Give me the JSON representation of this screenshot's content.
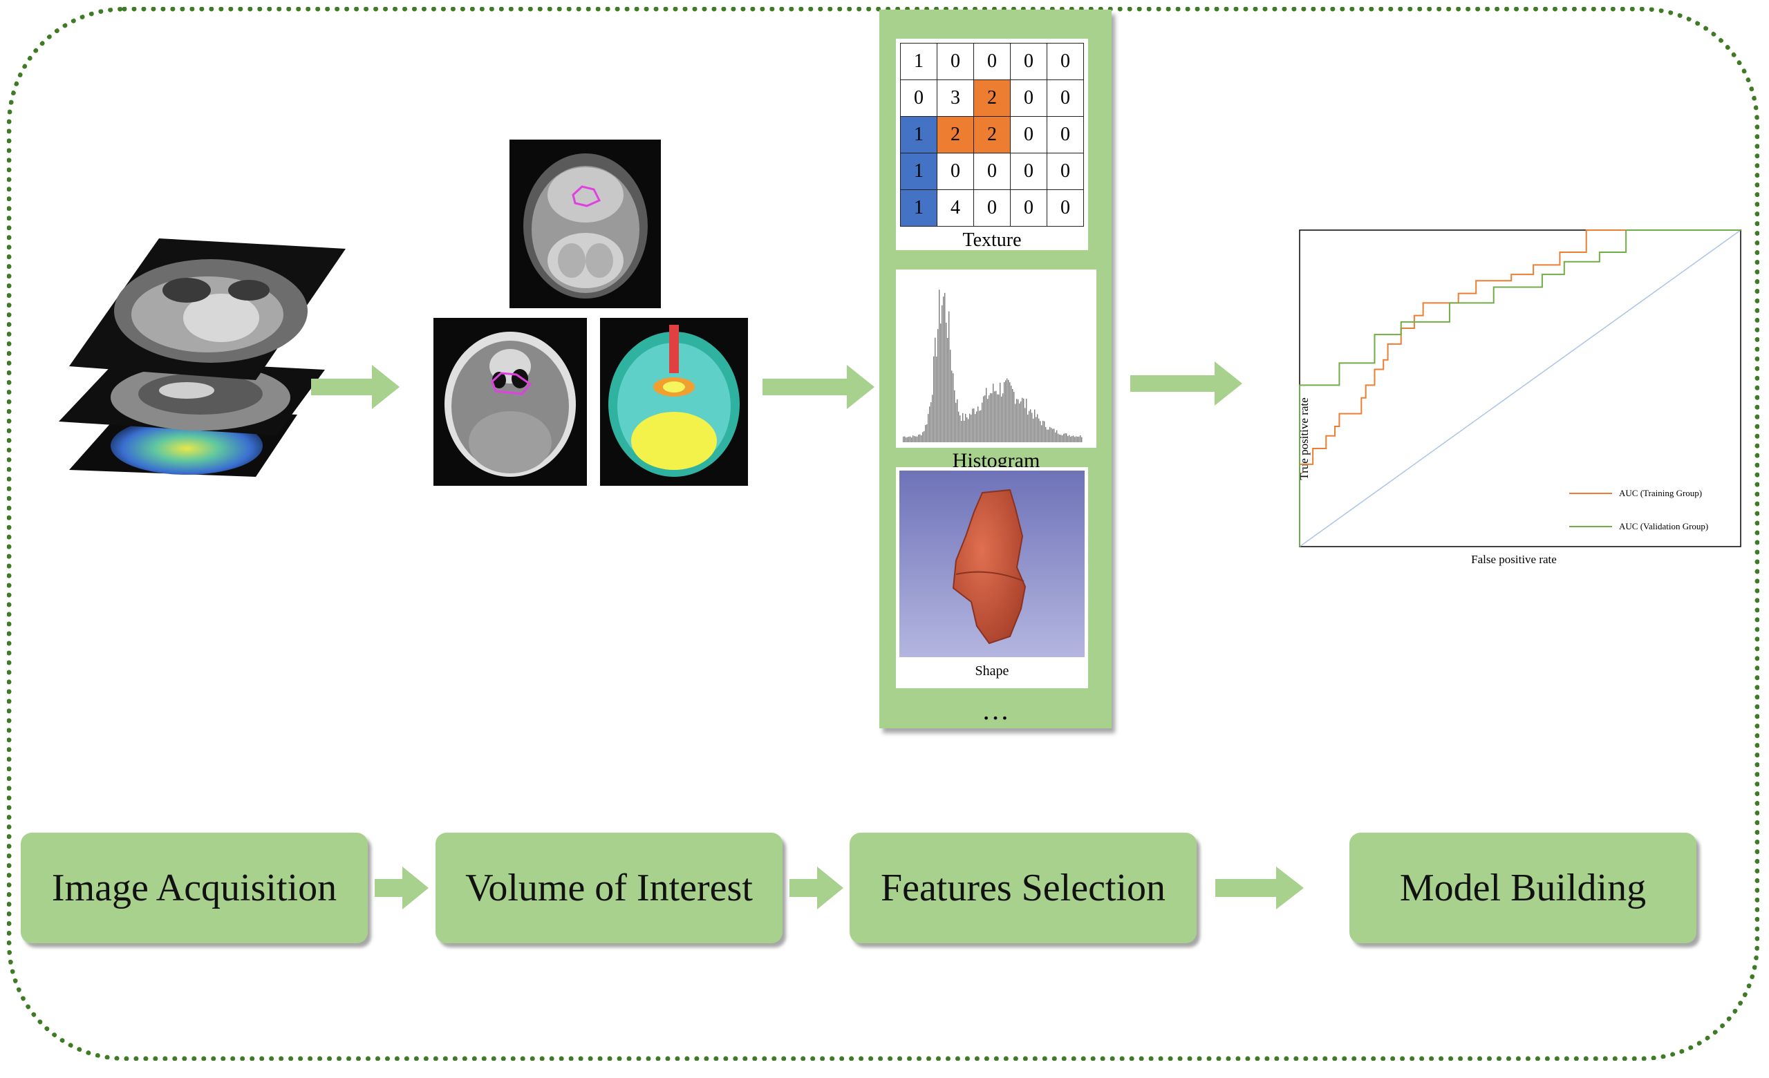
{
  "matrix": [
    [
      "1",
      "0",
      "0",
      "0",
      "0"
    ],
    [
      "0",
      "3",
      "2",
      "0",
      "0"
    ],
    [
      "1",
      "2",
      "2",
      "0",
      "0"
    ],
    [
      "1",
      "0",
      "0",
      "0",
      "0"
    ],
    [
      "1",
      "4",
      "0",
      "0",
      "0"
    ]
  ],
  "feature_cards": {
    "texture_label": "Texture",
    "histogram_label": "Histogram",
    "shape_label": "Shape",
    "ellipsis": "…"
  },
  "roc": {
    "xlabel": "False positive rate",
    "ylabel": "True positive rate",
    "legend": [
      "AUC (Training Group)",
      "AUC (Validation Group)"
    ],
    "colors": {
      "training": "#ed7d31",
      "validation": "#70ad47",
      "diagonal": "#a9c6e8"
    }
  },
  "steps": [
    "Image Acquisition",
    "Volume of Interest",
    "Features Selection",
    "Model Building"
  ],
  "colors": {
    "panel": "#a9d18e",
    "frame": "#3f7a24",
    "orange": "#ed7d31",
    "blue": "#4472c4"
  }
}
